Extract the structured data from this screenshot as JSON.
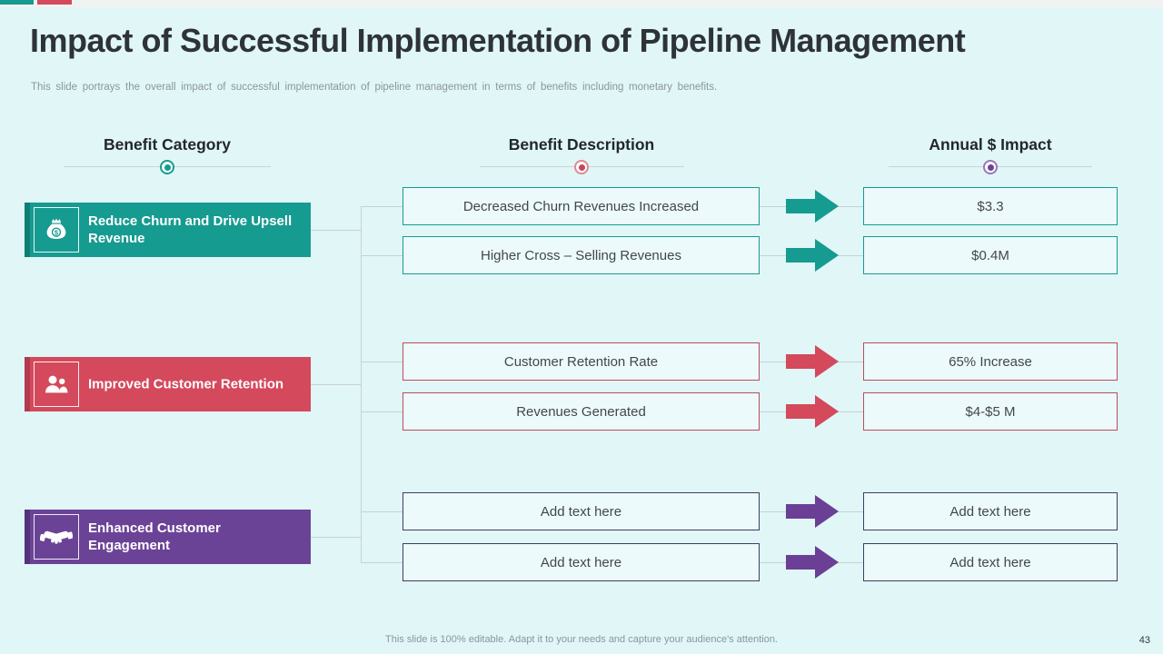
{
  "slide": {
    "title": "Impact of Successful Implementation of Pipeline Management",
    "subtitle": "This slide portrays the overall impact of successful implementation of pipeline management in terms of benefits including monetary benefits.",
    "footer_note": "This slide is 100% editable. Adapt it to your needs and capture your audience's attention.",
    "page_number": "43"
  },
  "columns": [
    {
      "label": "Benefit Category"
    },
    {
      "label": "Benefit Description"
    },
    {
      "label": "Annual $ Impact"
    }
  ],
  "groups": [
    {
      "category": "Reduce Churn and Drive Upsell Revenue",
      "icon": "money-bag-icon",
      "rows": [
        {
          "description": "Decreased Churn Revenues Increased",
          "impact": "$3.3"
        },
        {
          "description": "Higher Cross – Selling Revenues",
          "impact": "$0.4M"
        }
      ]
    },
    {
      "category": "Improved Customer Retention",
      "icon": "people-icon",
      "rows": [
        {
          "description": "Customer Retention Rate",
          "impact": "65% Increase"
        },
        {
          "description": "Revenues Generated",
          "impact": "$4-$5 M"
        }
      ]
    },
    {
      "category": "Enhanced Customer Engagement",
      "icon": "handshake-icon",
      "rows": [
        {
          "description": "Add text here",
          "impact": "Add text here"
        },
        {
          "description": "Add text here",
          "impact": "Add text here"
        }
      ]
    }
  ],
  "colors": {
    "background": "#E0F6F7",
    "top_strip": "#F1F2F2",
    "teal": "#169B90",
    "teal_dark": "#0E7E75",
    "red": "#D4495C",
    "red_dark": "#B23A4D",
    "red_border": "#C04A5C",
    "purple": "#6B4396",
    "purple_dark": "#53337A",
    "purple_arrow": "#6B3F95",
    "navy_border": "#3A4060",
    "connector": "#C9D1D6",
    "box_fill": "#EDFAFB",
    "box_text": "#41474B",
    "title_text": "#2E3338",
    "header_text": "#22272B",
    "muted_text": "#8B969B"
  }
}
